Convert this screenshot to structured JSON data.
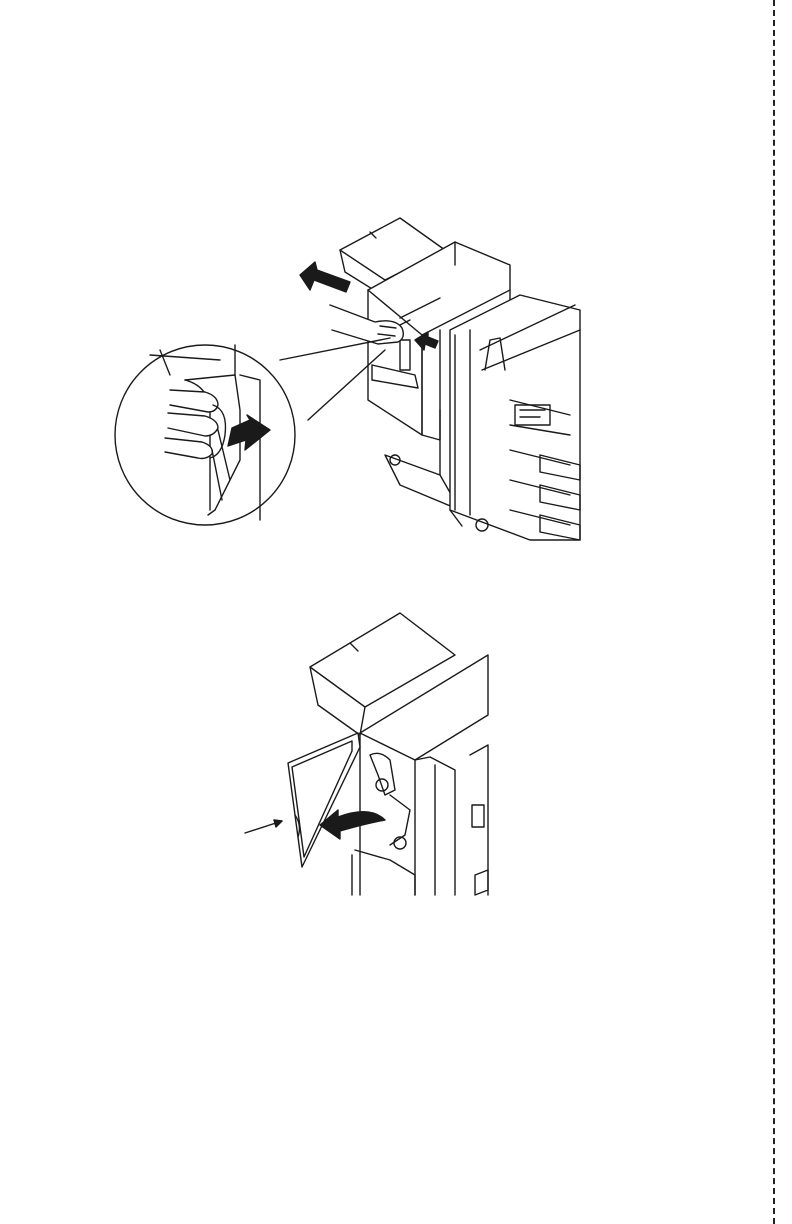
{
  "page": {
    "cut_line": "dashed-vertical-line",
    "figures": [
      {
        "id": "fig1",
        "icons": [
          "finisher-unit",
          "printer-body",
          "hand-icon",
          "arrow-left-icon",
          "arrow-push-icon",
          "magnifier-callout-icon"
        ]
      },
      {
        "id": "fig2",
        "icons": [
          "finisher-front-door-open",
          "arrow-curved-icon",
          "leader-arrow-icon"
        ]
      }
    ]
  },
  "colors": {
    "ink": "#1a1a1a",
    "paper": "#ffffff"
  }
}
